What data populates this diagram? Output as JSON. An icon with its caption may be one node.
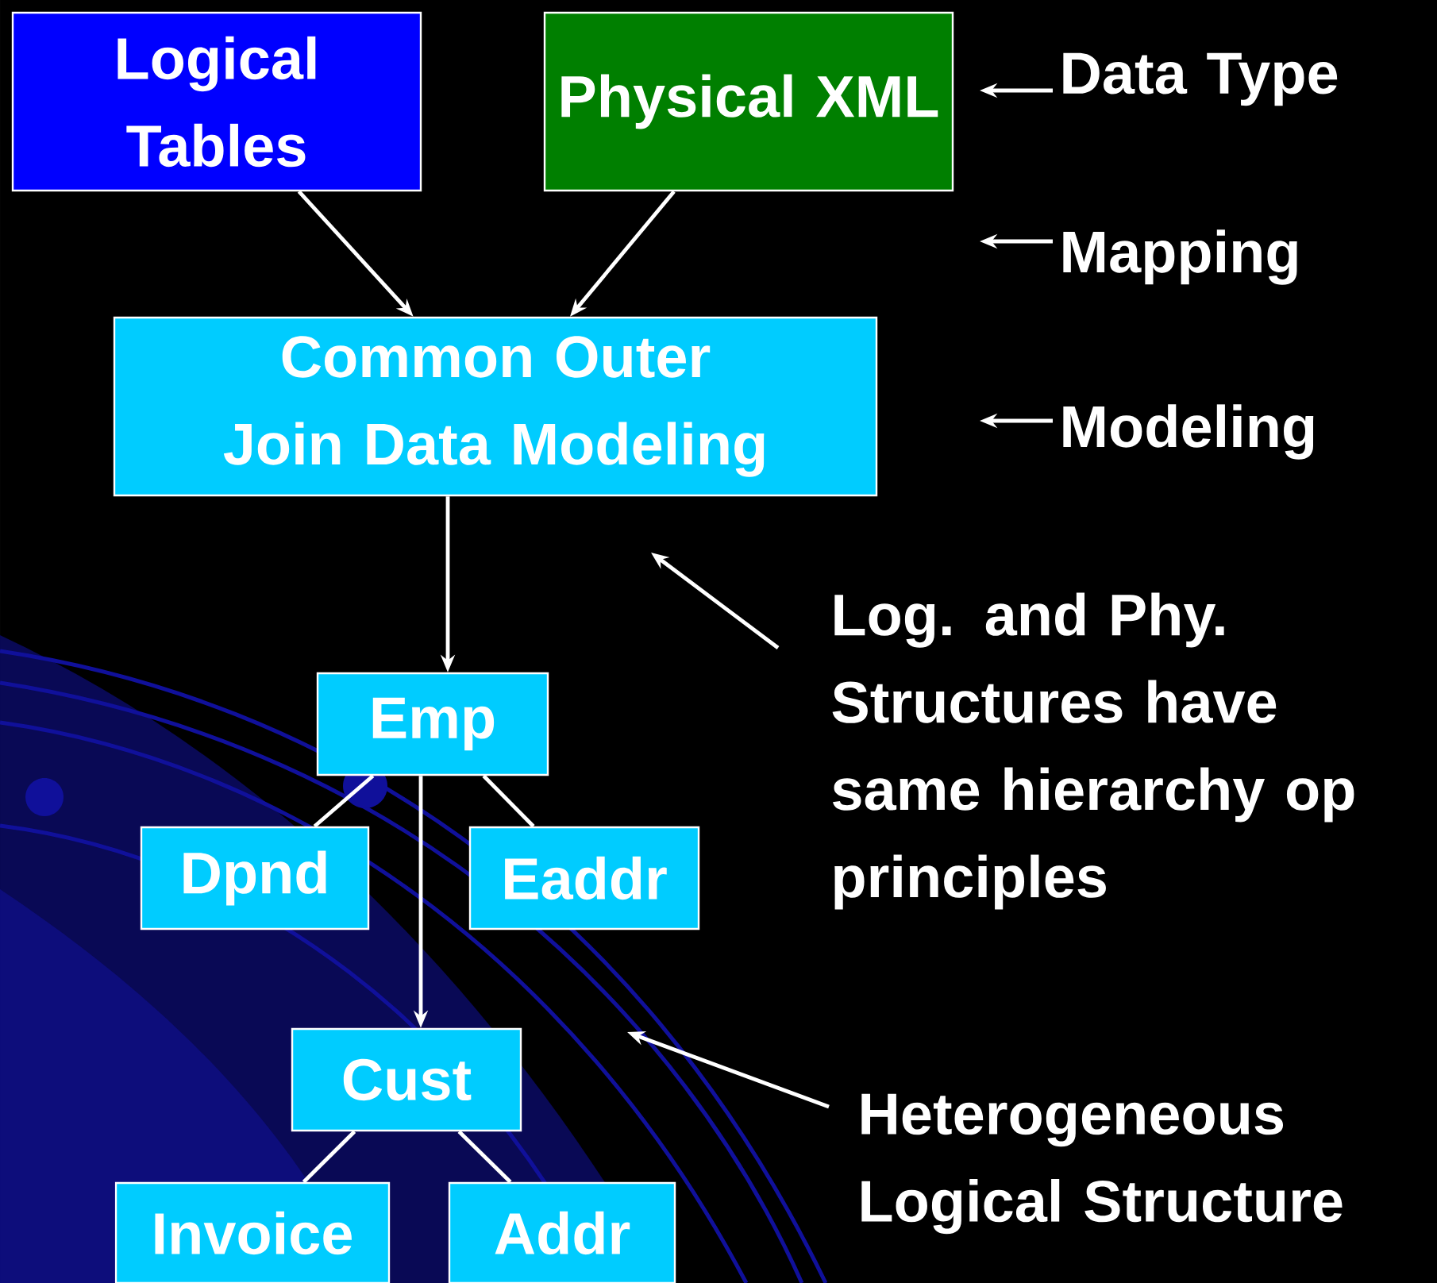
{
  "diagram": {
    "nodes": [
      {
        "text": [
          "Logical Tables"
        ]
      },
      {
        "text": [
          "Physical XML"
        ]
      },
      {
        "text": [
          "Common Outer Join Data Modeling"
        ]
      },
      {
        "text": [
          "Emp"
        ]
      },
      {
        "text": [
          "Dpnd"
        ]
      },
      {
        "text": [
          "Eaddr"
        ]
      },
      {
        "text": [
          "Cust"
        ]
      },
      {
        "text": [
          "Invoice"
        ]
      },
      {
        "text": [
          "Addr"
        ]
      },
      {
        "text": [
          "Data Type"
        ]
      },
      {
        "text": [
          "Mapping"
        ]
      },
      {
        "text": [
          "Modeling"
        ]
      },
      {
        "text": [
          "Log. and Phy. Structures have same hierarchy op principles"
        ]
      },
      {
        "text": [
          "Heterogeneous Logical Structure"
        ]
      }
    ],
    "edges": [
      {
        "from": 0,
        "to": 2,
        "arrow": "to"
      },
      {
        "from": 1,
        "to": 2,
        "arrow": "to"
      },
      {
        "from": 2,
        "to": 3,
        "arrow": "to"
      },
      {
        "from": 3,
        "to": 4,
        "arrow": "none"
      },
      {
        "from": 3,
        "to": 5,
        "arrow": "none"
      },
      {
        "from": 3,
        "to": 6,
        "arrow": "to"
      },
      {
        "from": 6,
        "to": 7,
        "arrow": "none"
      },
      {
        "from": 6,
        "to": 8,
        "arrow": "none"
      },
      {
        "from": 9,
        "to": null,
        "arrow": "to"
      },
      {
        "from": 10,
        "to": null,
        "arrow": "to"
      },
      {
        "from": 11,
        "to": null,
        "arrow": "to"
      },
      {
        "from": 12,
        "to": null,
        "arrow": "to"
      },
      {
        "from": 13,
        "to": null,
        "arrow": "to"
      }
    ]
  }
}
